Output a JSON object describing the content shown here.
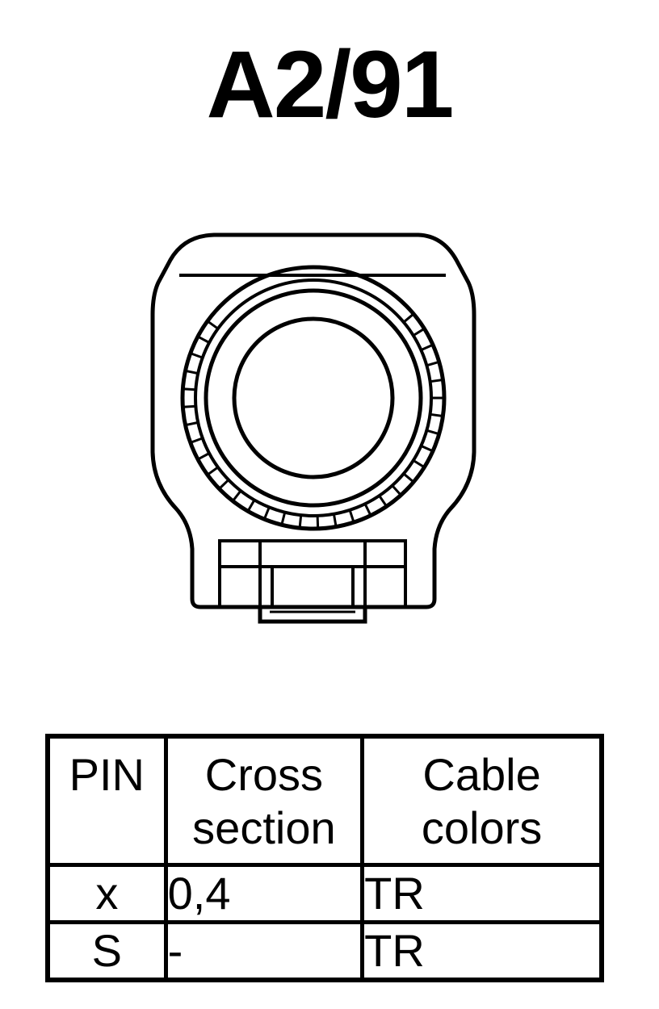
{
  "title": "A2/91",
  "table": {
    "headers": {
      "pin": "PIN",
      "cross_section_1": "Cross",
      "cross_section_2": "section",
      "cable_colors_1": "Cable",
      "cable_colors_2": "colors"
    },
    "rows": [
      {
        "pin": "x",
        "cross_section": "0,4",
        "cable_color": "TR"
      },
      {
        "pin": "S",
        "cross_section": "-",
        "cable_color": "TR"
      }
    ]
  }
}
